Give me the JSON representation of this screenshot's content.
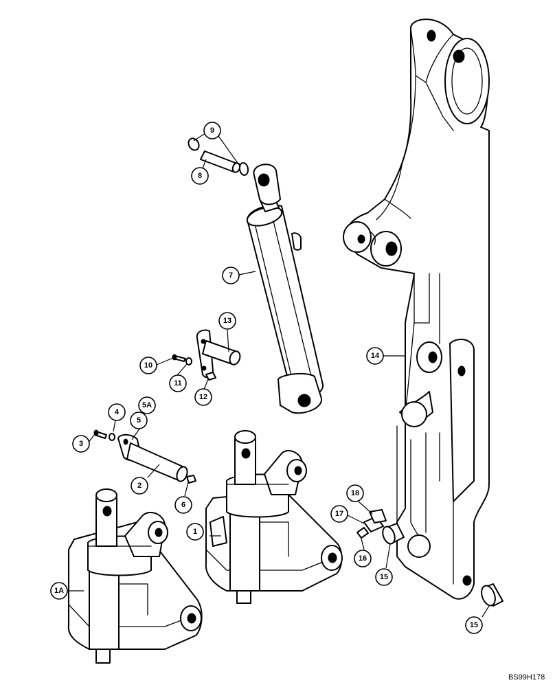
{
  "figure": {
    "reference_code": "BS99H178",
    "callouts": [
      {
        "id": "c1",
        "label": "1"
      },
      {
        "id": "c1a",
        "label": "1A"
      },
      {
        "id": "c2",
        "label": "2"
      },
      {
        "id": "c3",
        "label": "3"
      },
      {
        "id": "c4",
        "label": "4"
      },
      {
        "id": "c5",
        "label": "5"
      },
      {
        "id": "c5a",
        "label": "5A"
      },
      {
        "id": "c6",
        "label": "6"
      },
      {
        "id": "c7",
        "label": "7"
      },
      {
        "id": "c8",
        "label": "8"
      },
      {
        "id": "c9",
        "label": "9"
      },
      {
        "id": "c10",
        "label": "10"
      },
      {
        "id": "c11",
        "label": "11"
      },
      {
        "id": "c12",
        "label": "12"
      },
      {
        "id": "c13",
        "label": "13"
      },
      {
        "id": "c14",
        "label": "14"
      },
      {
        "id": "c15a",
        "label": "15"
      },
      {
        "id": "c15b",
        "label": "15"
      },
      {
        "id": "c16",
        "label": "16"
      },
      {
        "id": "c17",
        "label": "17"
      },
      {
        "id": "c18",
        "label": "18"
      }
    ]
  }
}
